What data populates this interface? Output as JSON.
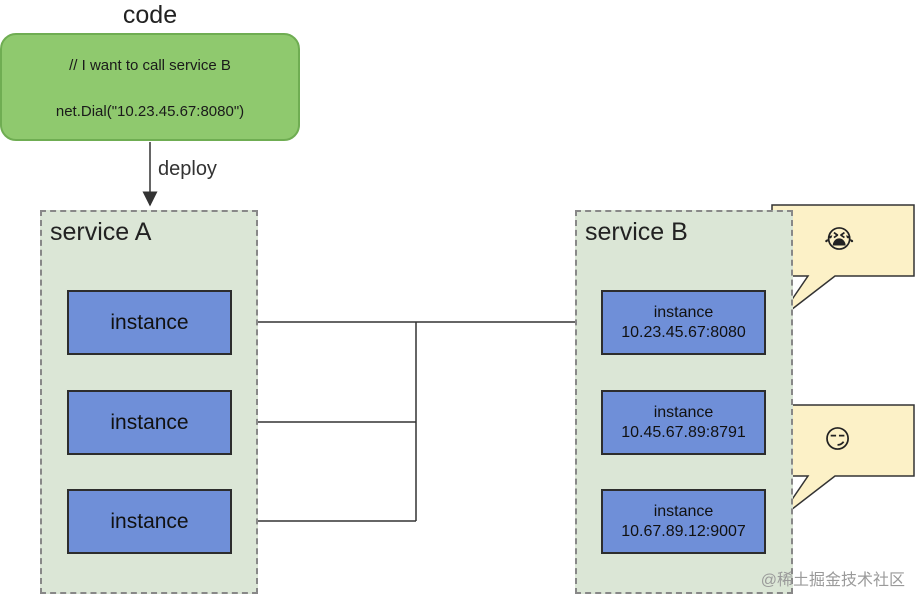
{
  "code": {
    "title": "code",
    "line1": "// I want to call service B",
    "line2": "net.Dial(\"10.23.45.67:8080\")"
  },
  "deploy_label": "deploy",
  "service_a": {
    "title": "service A",
    "instances": [
      "instance",
      "instance",
      "instance"
    ]
  },
  "service_b": {
    "title": "service B",
    "instances": [
      {
        "label": "instance",
        "address": "10.23.45.67:8080"
      },
      {
        "label": "instance",
        "address": "10.45.67.89:8791"
      },
      {
        "label": "instance",
        "address": "10.67.89.12:9007"
      }
    ]
  },
  "bubbles": [
    {
      "emoji": "😭"
    },
    {
      "emoji": "😏"
    }
  ],
  "watermark": "@稀土掘金技术社区",
  "colors": {
    "code_box": "#8fc96e",
    "service_bg": "#dbe6d6",
    "instance_fill": "#6f8fd8",
    "bubble_fill": "#fcf1c7"
  }
}
